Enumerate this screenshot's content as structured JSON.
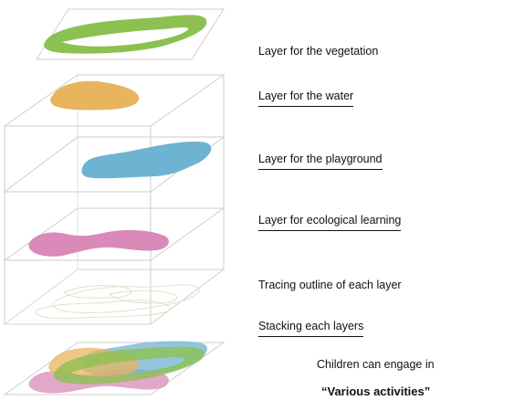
{
  "labels": {
    "vegetation": "Layer for the vegetation",
    "water": "Layer for the water",
    "playground": "Layer for the playground",
    "ecological": "Layer for ecological learning",
    "tracing": "Tracing outline of each layer",
    "stacking": "Stacking each layers",
    "children": "Children can engage in",
    "activities": "“Various activities”"
  },
  "colors": {
    "vegetation": "#8cc152",
    "water": "#e8b45e",
    "playground": "#6fb3d2",
    "ecological": "#d98ab8",
    "outline": "#c8c8c8",
    "trace": "#e8e2cf"
  }
}
